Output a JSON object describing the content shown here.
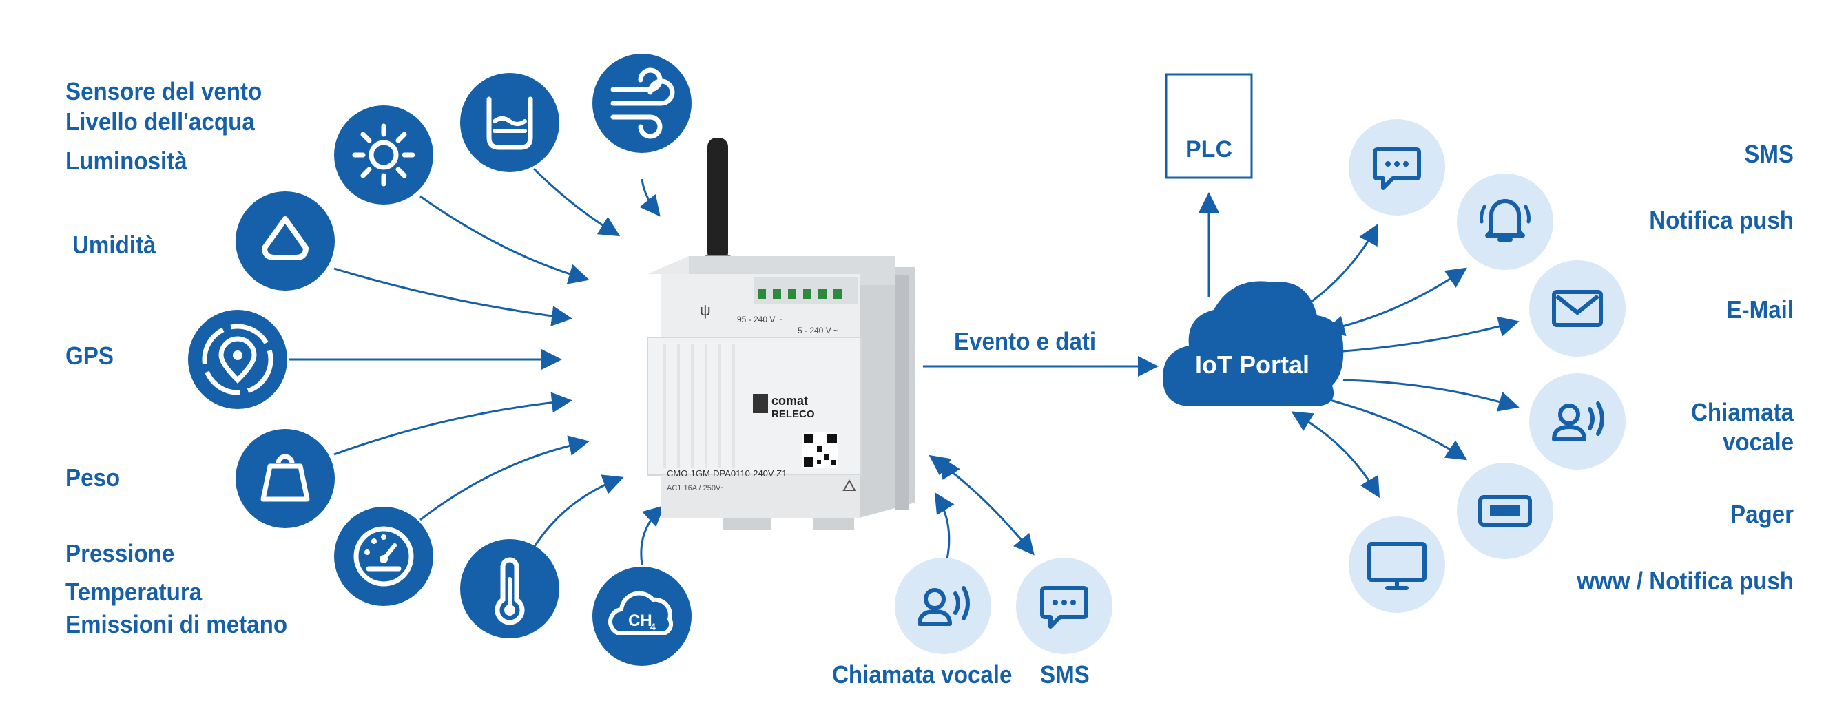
{
  "sensors": {
    "wind": "Sensore del vento",
    "water": "Livello dell'acqua",
    "light": "Luminosità",
    "humidity": "Umidità",
    "gps": "GPS",
    "weight": "Peso",
    "pressure": "Pressione",
    "temperature": "Temperatura",
    "methane": "Emissioni di metano"
  },
  "device": {
    "brand_top": "comat",
    "brand_bottom": "RELECO",
    "model": "CMO-1GM-DPA0110-240V-Z1",
    "spec": "AC1 16A / 250V~",
    "voltage_left": "95 - 240 V ~",
    "voltage_right": "5 - 240 V ~"
  },
  "methane_symbol": "CH",
  "methane_subscript": "4",
  "flow_label": "Evento e dati",
  "portal_label": "IoT Portal",
  "plc_label": "PLC",
  "direct": {
    "voice": "Chiamata vocale",
    "sms": "SMS"
  },
  "outputs": {
    "sms": "SMS",
    "push": "Notifica push",
    "email": "E-Mail",
    "voice_l1": "Chiamata",
    "voice_l2": "vocale",
    "pager": "Pager",
    "www": "www / Notifica push"
  },
  "colors": {
    "primary": "#1560a8",
    "light_circle": "#d8e8f6",
    "device": "#e3e5e7"
  }
}
